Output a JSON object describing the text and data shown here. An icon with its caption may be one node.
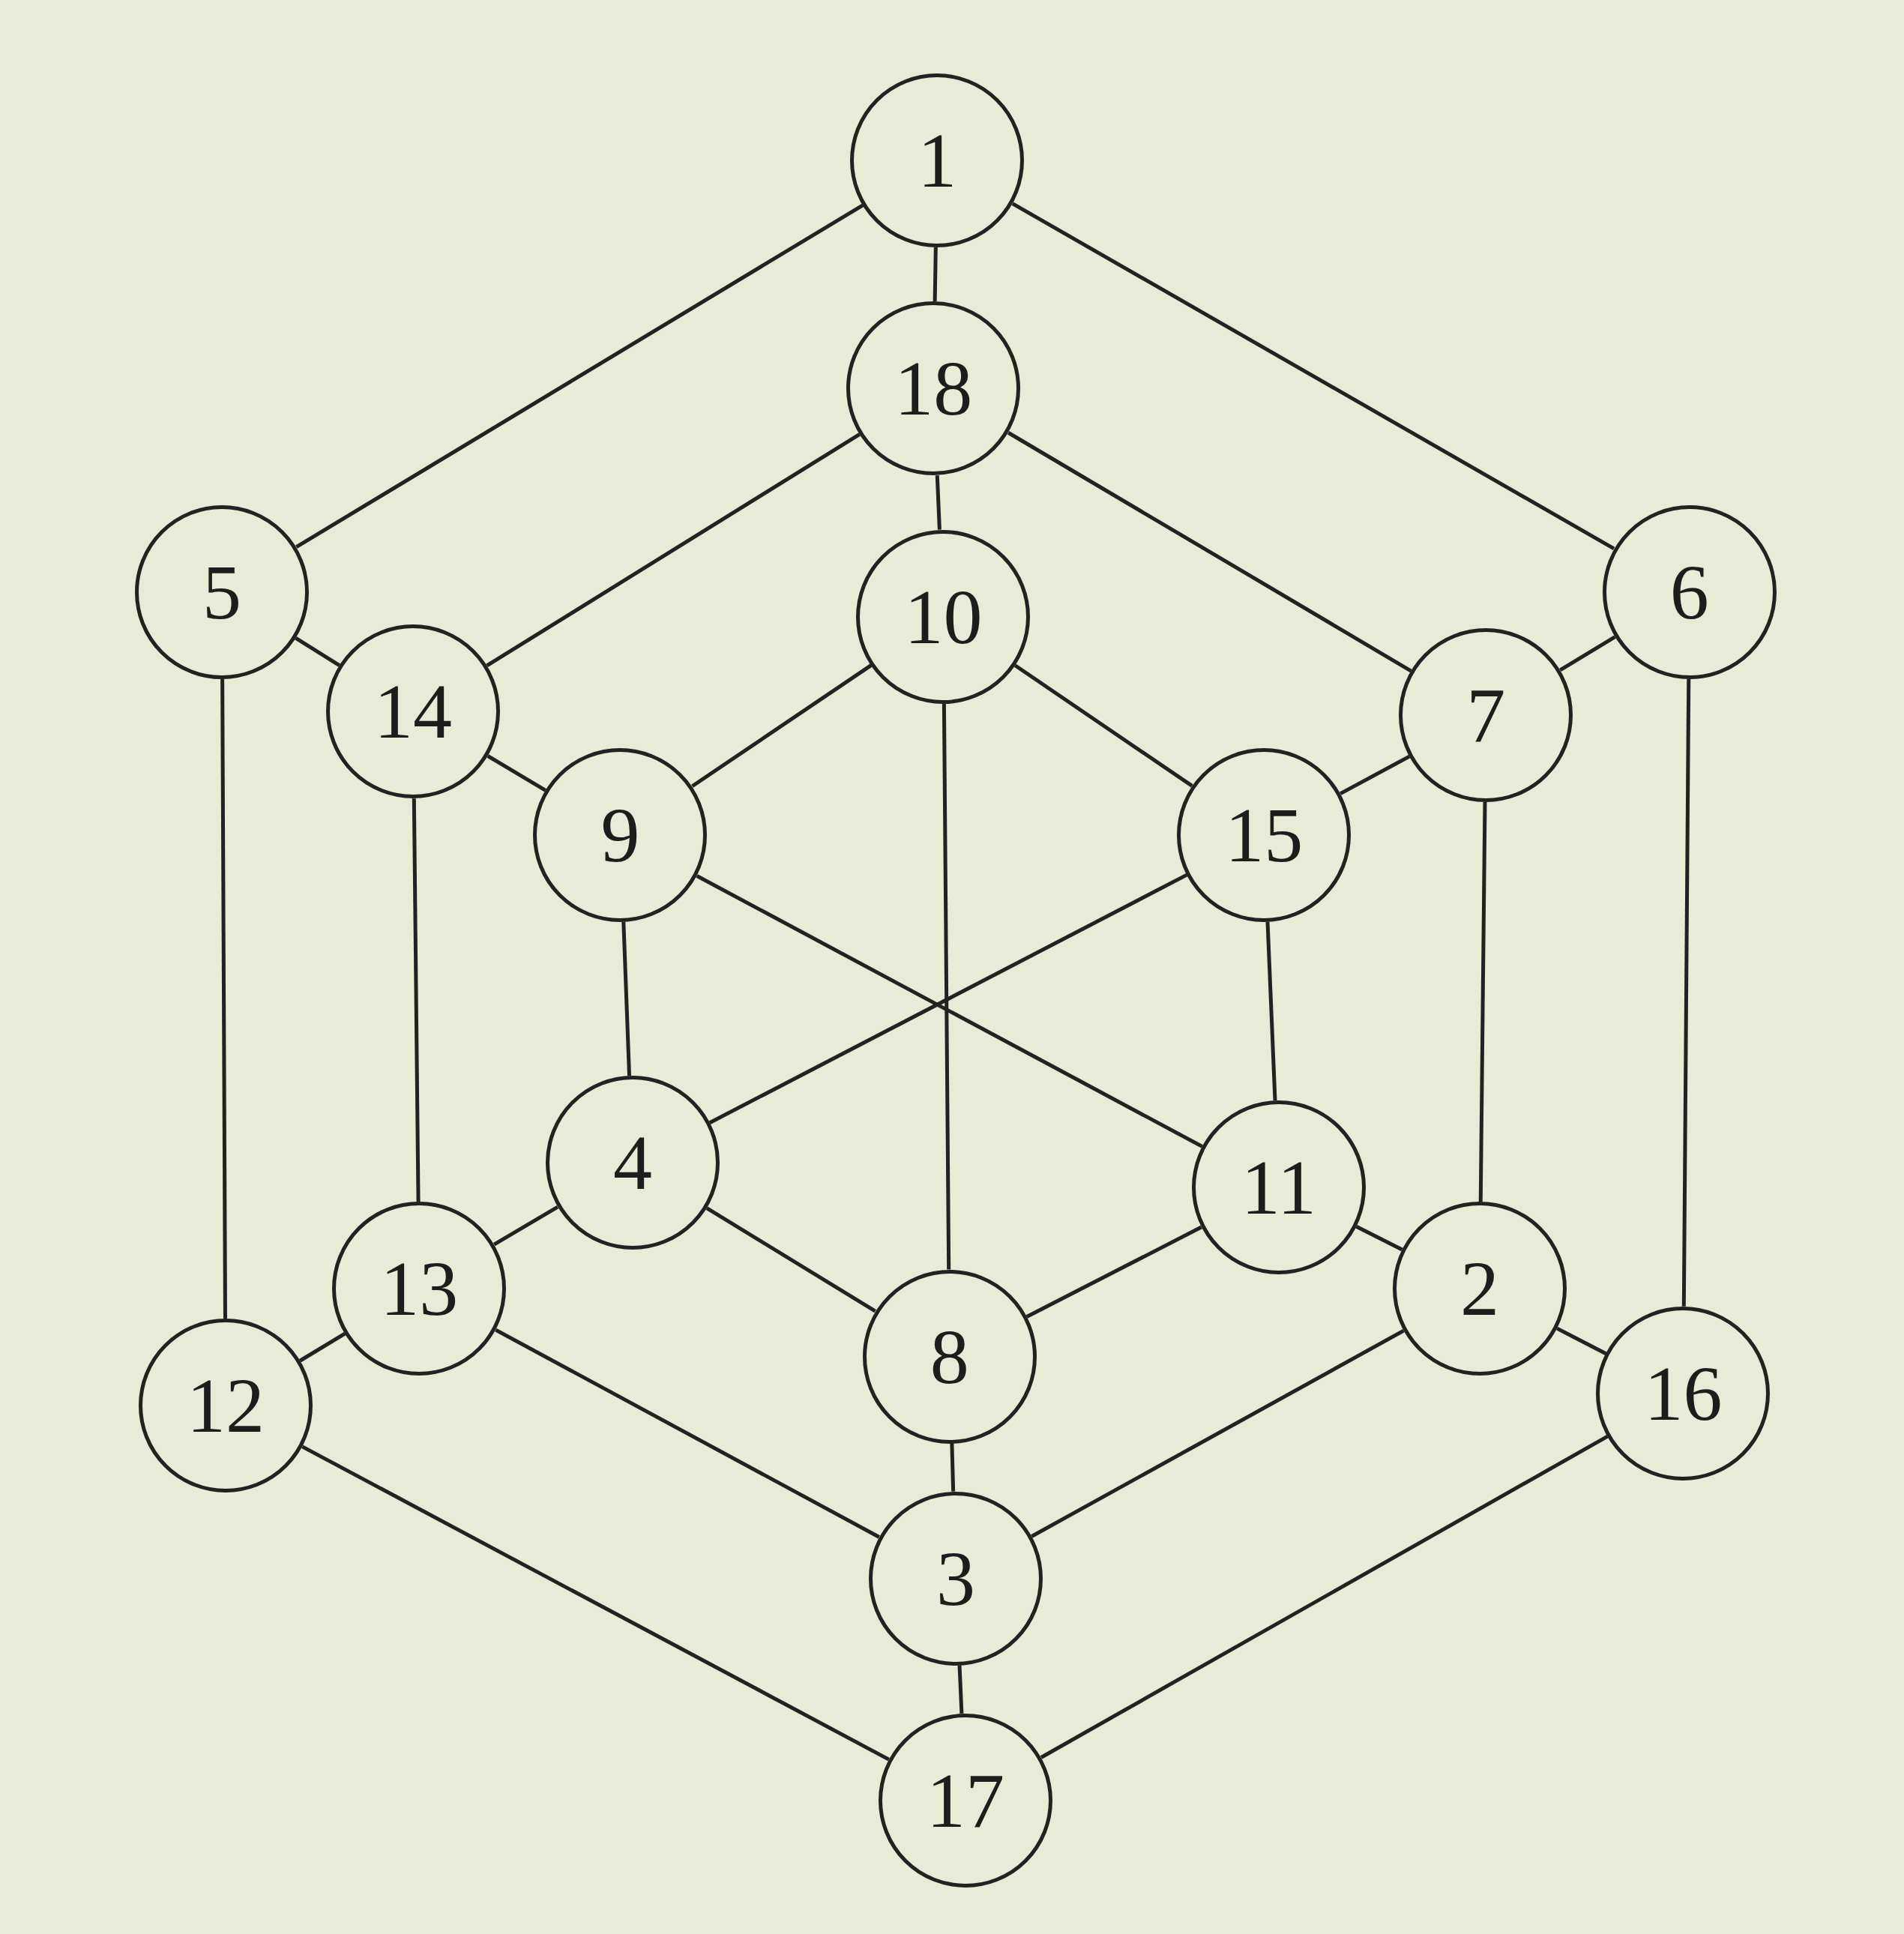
{
  "diagram": {
    "nodes": [
      {
        "text": [
          "1"
        ]
      },
      {
        "text": [
          "18"
        ]
      },
      {
        "text": [
          "5"
        ]
      },
      {
        "text": [
          "10"
        ]
      },
      {
        "text": [
          "6"
        ]
      },
      {
        "text": [
          "14"
        ]
      },
      {
        "text": [
          "7"
        ]
      },
      {
        "text": [
          "9"
        ]
      },
      {
        "text": [
          "15"
        ]
      },
      {
        "text": [
          "4"
        ]
      },
      {
        "text": [
          "11"
        ]
      },
      {
        "text": [
          "13"
        ]
      },
      {
        "text": [
          "2"
        ]
      },
      {
        "text": [
          "12"
        ]
      },
      {
        "text": [
          "8"
        ]
      },
      {
        "text": [
          "16"
        ]
      },
      {
        "text": [
          "3"
        ]
      },
      {
        "text": [
          "17"
        ]
      }
    ],
    "edges": [
      {
        "from": 0,
        "to": 1,
        "arrow": "none"
      },
      {
        "from": 0,
        "to": 2,
        "arrow": "none"
      },
      {
        "from": 0,
        "to": 4,
        "arrow": "none"
      },
      {
        "from": 1,
        "to": 3,
        "arrow": "none"
      },
      {
        "from": 1,
        "to": 5,
        "arrow": "none"
      },
      {
        "from": 1,
        "to": 6,
        "arrow": "none"
      },
      {
        "from": 2,
        "to": 5,
        "arrow": "none"
      },
      {
        "from": 2,
        "to": 13,
        "arrow": "none"
      },
      {
        "from": 4,
        "to": 6,
        "arrow": "none"
      },
      {
        "from": 4,
        "to": 15,
        "arrow": "none"
      },
      {
        "from": 5,
        "to": 7,
        "arrow": "none"
      },
      {
        "from": 5,
        "to": 11,
        "arrow": "none"
      },
      {
        "from": 6,
        "to": 8,
        "arrow": "none"
      },
      {
        "from": 6,
        "to": 12,
        "arrow": "none"
      },
      {
        "from": 3,
        "to": 7,
        "arrow": "none"
      },
      {
        "from": 3,
        "to": 8,
        "arrow": "none"
      },
      {
        "from": 3,
        "to": 14,
        "arrow": "none"
      },
      {
        "from": 7,
        "to": 9,
        "arrow": "none"
      },
      {
        "from": 7,
        "to": 10,
        "arrow": "none"
      },
      {
        "from": 8,
        "to": 10,
        "arrow": "none"
      },
      {
        "from": 8,
        "to": 9,
        "arrow": "none"
      },
      {
        "from": 9,
        "to": 11,
        "arrow": "none"
      },
      {
        "from": 9,
        "to": 14,
        "arrow": "none"
      },
      {
        "from": 10,
        "to": 14,
        "arrow": "none"
      },
      {
        "from": 10,
        "to": 12,
        "arrow": "none"
      },
      {
        "from": 11,
        "to": 13,
        "arrow": "none"
      },
      {
        "from": 11,
        "to": 16,
        "arrow": "none"
      },
      {
        "from": 12,
        "to": 15,
        "arrow": "none"
      },
      {
        "from": 12,
        "to": 16,
        "arrow": "none"
      },
      {
        "from": 14,
        "to": 16,
        "arrow": "none"
      },
      {
        "from": 13,
        "to": 17,
        "arrow": "none"
      },
      {
        "from": 15,
        "to": 17,
        "arrow": "none"
      },
      {
        "from": 16,
        "to": 17,
        "arrow": "none"
      }
    ]
  }
}
